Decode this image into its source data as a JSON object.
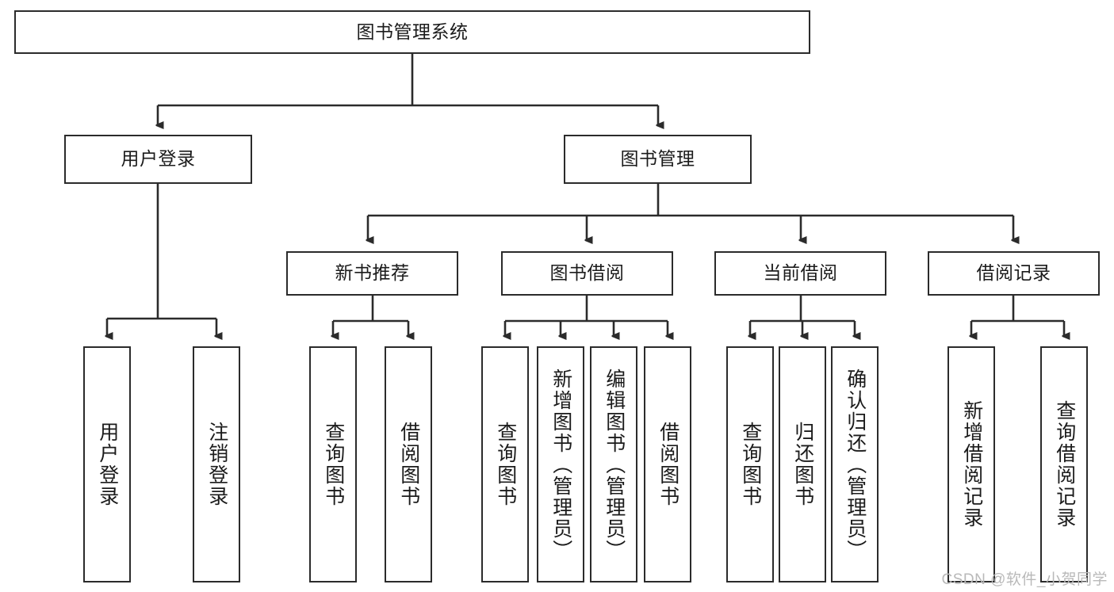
{
  "diagram": {
    "title": "图书管理系统",
    "type": "hierarchy-tree",
    "root": {
      "label": "图书管理系统"
    },
    "level2": [
      {
        "label": "用户登录"
      },
      {
        "label": "图书管理"
      }
    ],
    "level3": [
      {
        "label": "新书推荐"
      },
      {
        "label": "图书借阅"
      },
      {
        "label": "当前借阅"
      },
      {
        "label": "借阅记录"
      }
    ],
    "leaves": {
      "user_login": [
        {
          "label": "用户登录"
        },
        {
          "label": "注销登录"
        }
      ],
      "new_book_recommend": [
        {
          "label": "查询图书"
        },
        {
          "label": "借阅图书"
        }
      ],
      "book_borrow": [
        {
          "label": "查询图书"
        },
        {
          "label": "新增图书（管理员）"
        },
        {
          "label": "编辑图书（管理员）"
        },
        {
          "label": "借阅图书"
        }
      ],
      "current_borrow": [
        {
          "label": "查询图书"
        },
        {
          "label": "归还图书"
        },
        {
          "label": "确认归还（管理员）"
        }
      ],
      "borrow_record": [
        {
          "label": "新增借阅记录"
        },
        {
          "label": "查询借阅记录"
        }
      ]
    }
  },
  "watermark": {
    "text": "CSDN @软件_小贺同学"
  },
  "colors": {
    "stroke": "#2b2b2b",
    "background": "#ffffff",
    "text": "#1b1b1b",
    "watermark": "#b9b9b9"
  }
}
